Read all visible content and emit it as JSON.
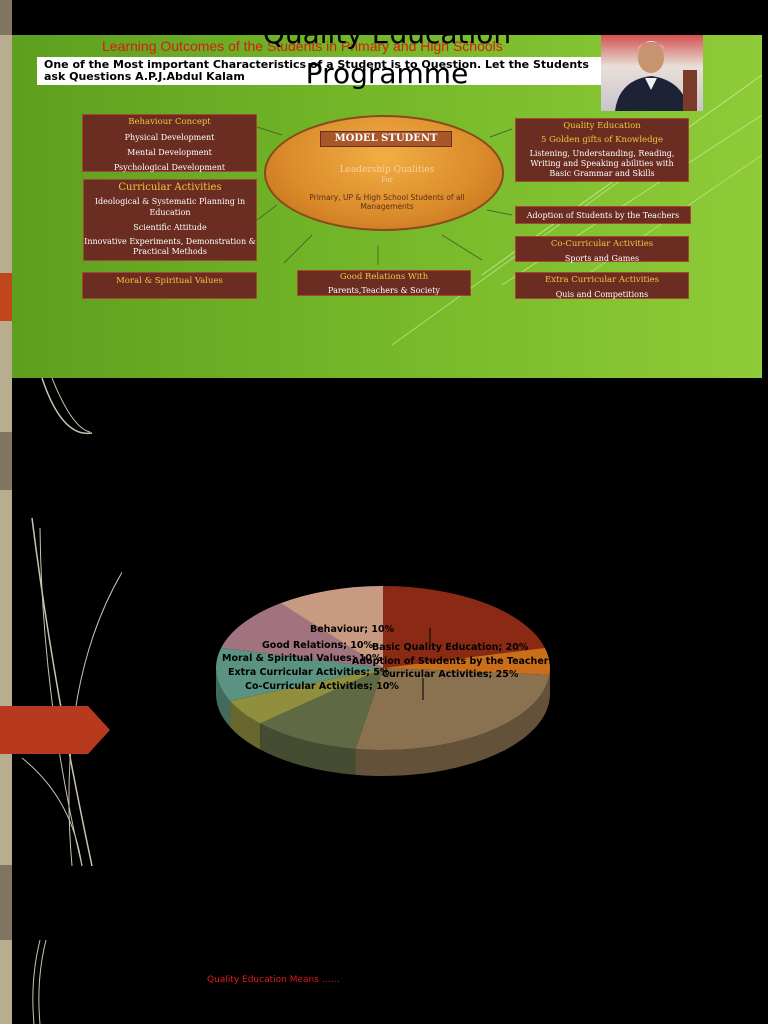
{
  "slide1": {
    "title_line1": "Quality Education",
    "title_line2": "Programme",
    "subtitle": "Learning Outcomes of the Students in Primary and High Schools",
    "quote": "One of the Most important Characteristics of a Student is to Question. Let the Students ask Questions    A.P.J.Abdul Kalam",
    "center": {
      "label": "MODEL STUDENT",
      "heading": "Leadership Qualities",
      "for": "For",
      "sub": "Primary, UP & High School Students of all Managements"
    },
    "boxes": {
      "behaviour": {
        "title": "Behaviour Concept",
        "lines": [
          "Physical Development",
          "Mental Development",
          "Psychological  Development"
        ]
      },
      "curricular": {
        "title": "Curricular Activities",
        "lines": [
          "Ideological & Systematic Planning in Education",
          "Scientific Attitude",
          "Innovative Experiments, Demonstration & Practical Methods"
        ]
      },
      "moral": {
        "title": "Moral & Spiritual Values"
      },
      "relations": {
        "title": "Good Relations With",
        "lines": [
          "Parents,Teachers & Society"
        ]
      },
      "quality": {
        "title": "Quality Education",
        "subtitle": "5 Golden gifts of Knowledge",
        "lines": [
          "Listening, Understanding, Reading, Writing and Speaking abilities  with Basic Grammar and Skills"
        ]
      },
      "adoption": {
        "title": "Adoption of Students by the Teachers"
      },
      "cocurricular": {
        "title": "Co-Curricular Activities",
        "lines": [
          "Sports and Games"
        ]
      },
      "extra": {
        "title": "Extra Curricular Activities",
        "lines": [
          "Quis and Competitions"
        ]
      }
    }
  },
  "colors": {
    "slide_green": "#73b628",
    "box_brown": "#6b2c22",
    "box_heading": "#f4c73c",
    "subtitle_red": "#d81d14",
    "chevron": "#b83a1e"
  },
  "chart_data": {
    "type": "pie",
    "style": "3d",
    "labels": [
      "Basic Quality Education",
      "Adoption of Students by the Teachers",
      "Curricular Activities",
      "Co-Curricular Activities",
      "Extra Curricular Activities",
      "Moral & Spiritual Values",
      "Good Relations",
      "Behaviour"
    ],
    "values": [
      20,
      5,
      25,
      10,
      5,
      10,
      10,
      10
    ],
    "label_texts": [
      "Basic Quality Education; 20%",
      "Adoption of Students by the Teachers",
      "Curricular Activities; 25%",
      "Co-Curricular Activities; 10%",
      "Extra Curricular Activities; 5%",
      "Moral & Spiritual Values; 10%",
      "Good Relations; 10%",
      "Behaviour; 10%"
    ],
    "colors": [
      "#8a2a14",
      "#c96e1a",
      "#8a7150",
      "#5f6a45",
      "#8f8f3e",
      "#5b9382",
      "#a0737e",
      "#c99a82"
    ],
    "title": "",
    "legend": "none"
  },
  "slide3": {
    "text": "Quality Education Means ……"
  }
}
